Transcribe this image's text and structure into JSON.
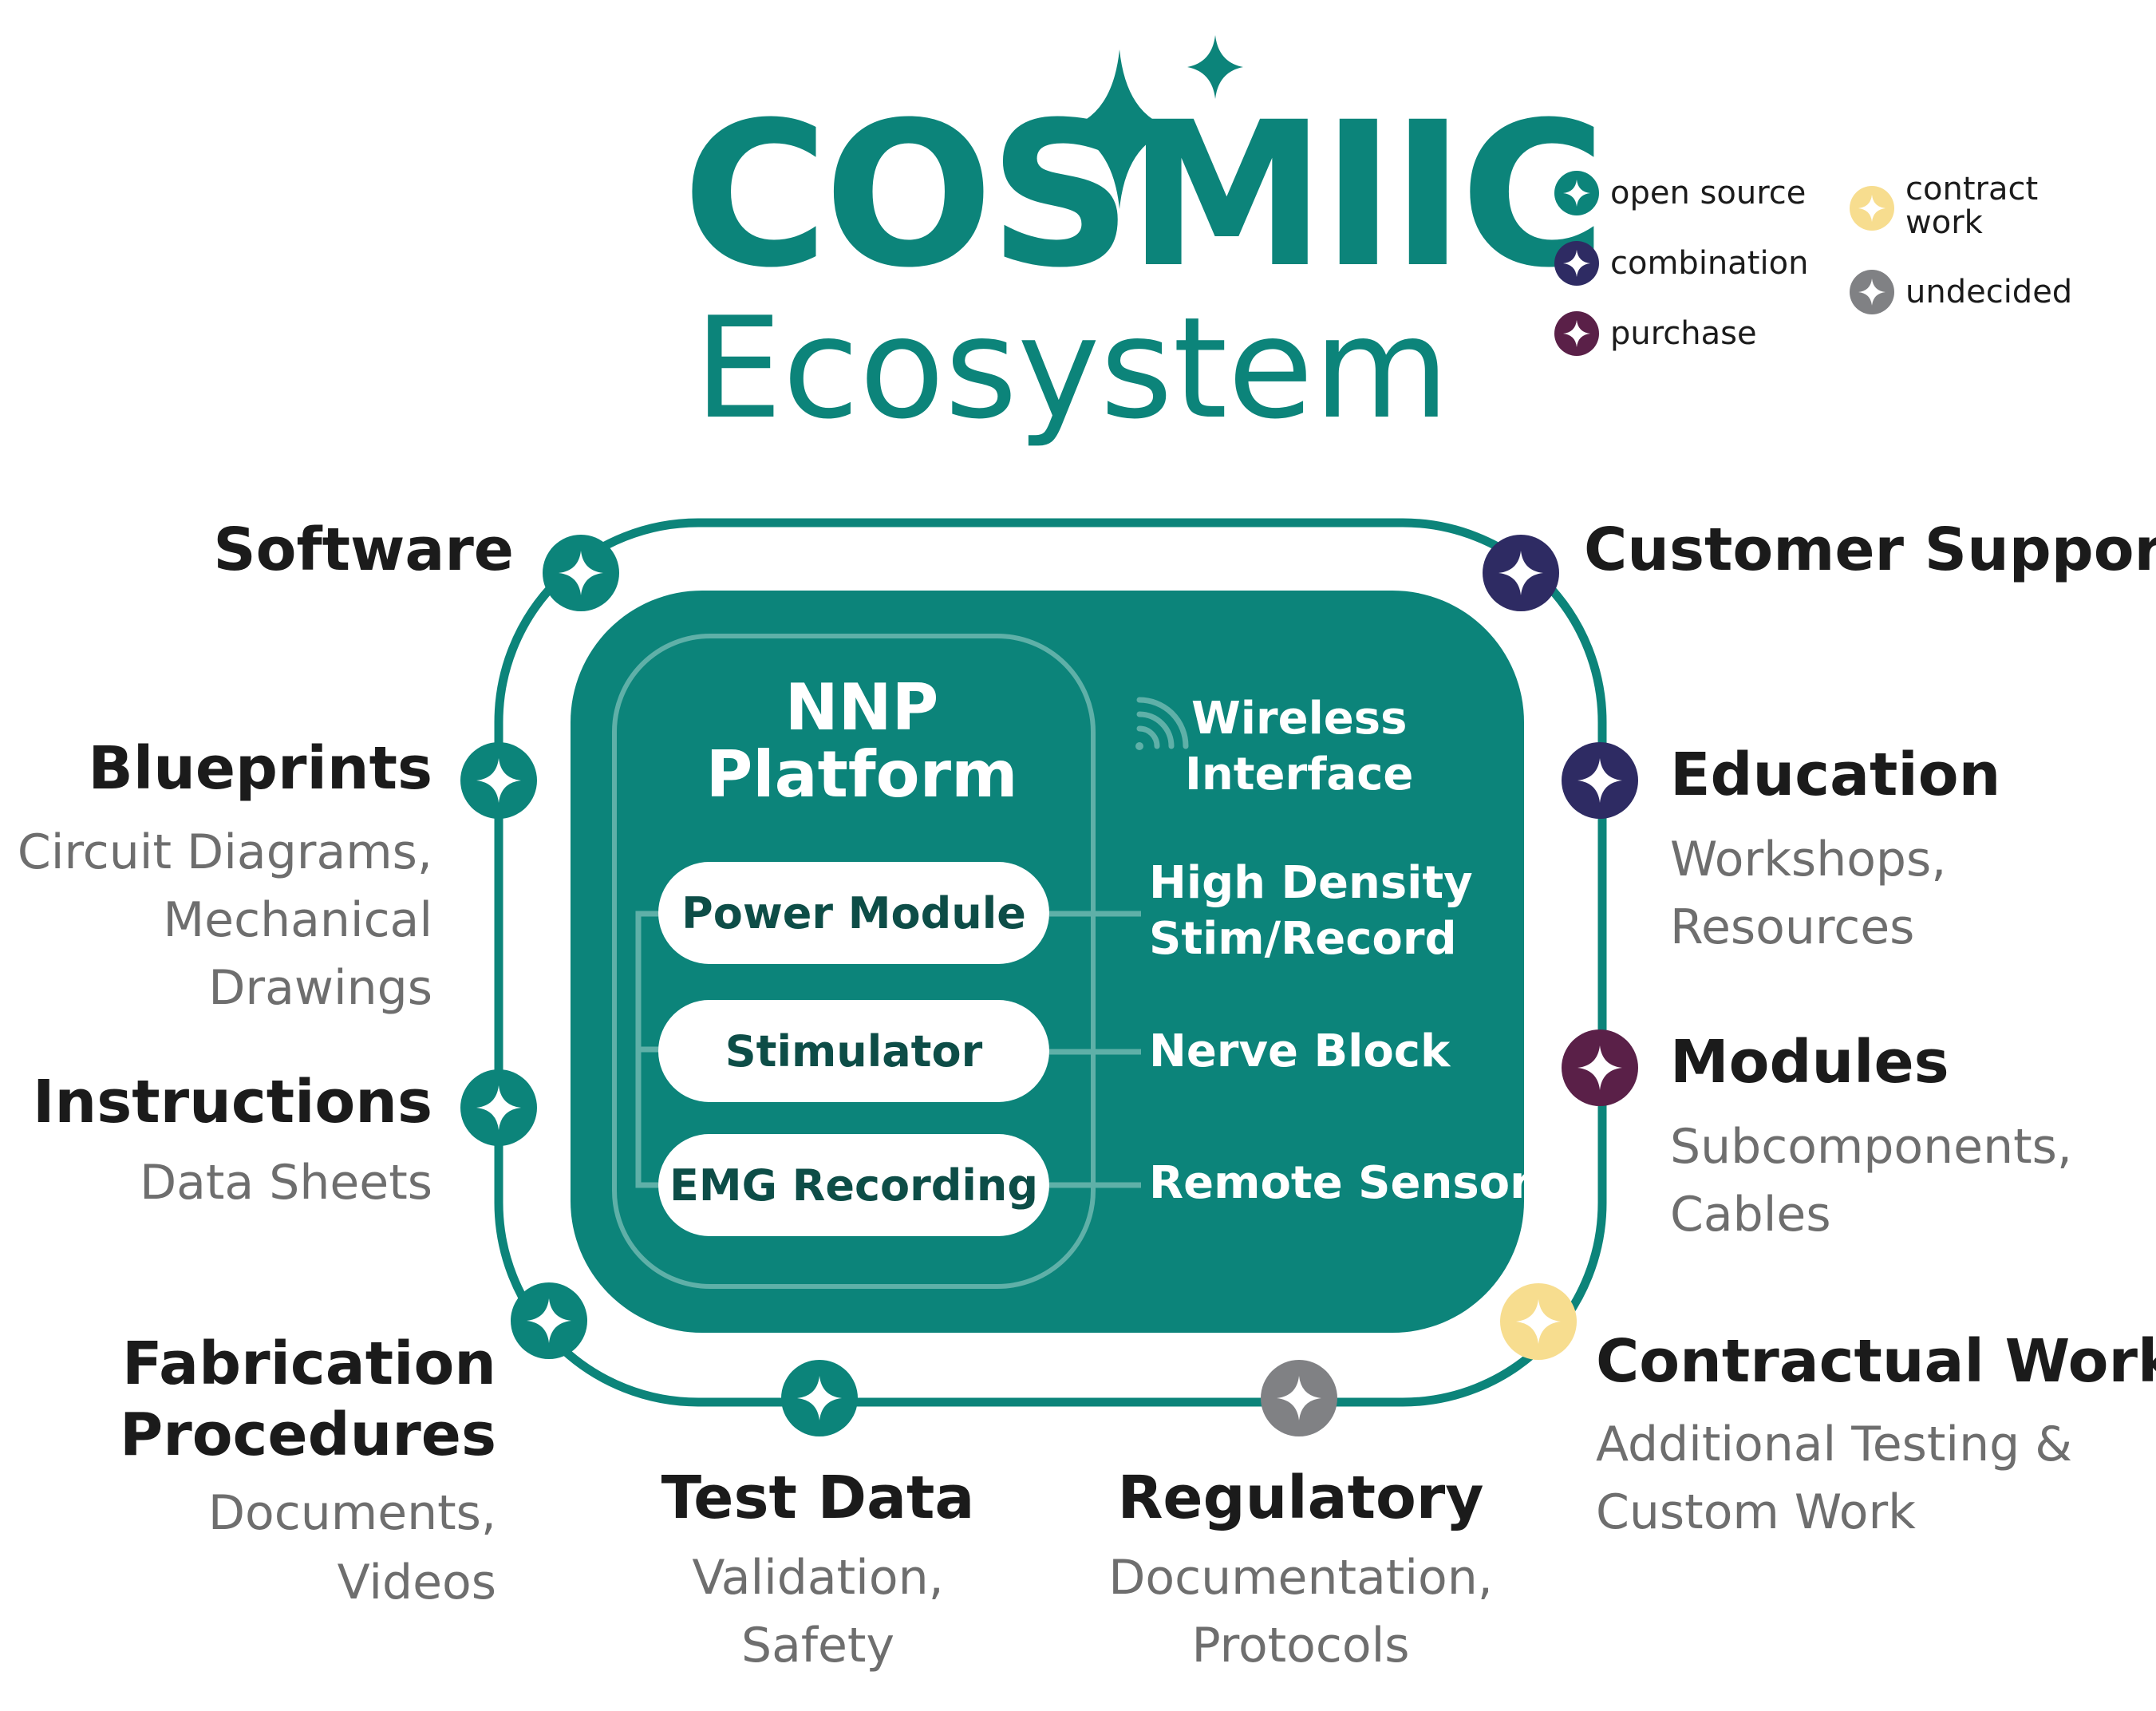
{
  "title": {
    "brand": "COSMIIC",
    "subtitle": "Ecosystem"
  },
  "colors": {
    "open_source": "#0c847a",
    "combination": "#2e2b63",
    "purchase": "#5a2048",
    "contract_work": "#f7dd8f",
    "undecided": "#808184",
    "platform_fill": "#0c847a"
  },
  "legend": [
    {
      "label": "open source",
      "color": "open_source",
      "icon": "sparkle-icon"
    },
    {
      "label": "combination",
      "color": "combination",
      "icon": "sparkle-icon"
    },
    {
      "label": "purchase",
      "color": "purchase",
      "icon": "sparkle-icon"
    },
    {
      "label": "contract\nwork",
      "color": "contract_work",
      "icon": "sparkle-icon"
    },
    {
      "label": "undecided",
      "color": "undecided",
      "icon": "sparkle-icon"
    }
  ],
  "categories": {
    "software": {
      "title": "Software",
      "type": "open source"
    },
    "blueprints": {
      "title": "Blueprints",
      "subtitle": "Circuit Diagrams,\nMechanical\nDrawings",
      "type": "open source"
    },
    "instructions": {
      "title": "Instructions",
      "subtitle": "Data Sheets",
      "type": "open source"
    },
    "fabrication": {
      "title": "Fabrication\nProcedures",
      "subtitle": "Documents,\nVideos",
      "type": "open source"
    },
    "test_data": {
      "title": "Test Data",
      "subtitle": "Validation,\nSafety",
      "type": "open source"
    },
    "regulatory": {
      "title": "Regulatory",
      "subtitle": "Documentation,\nProtocols",
      "type": "undecided"
    },
    "customer_support": {
      "title": "Customer Support",
      "type": "combination"
    },
    "education": {
      "title": "Education",
      "subtitle": "Workshops,\nResources",
      "type": "combination"
    },
    "modules": {
      "title": "Modules",
      "subtitle": "Subcomponents,\nCables",
      "type": "purchase"
    },
    "contractual_work": {
      "title": "Contractual Work",
      "subtitle": "Additional Testing &\nCustom Work",
      "type": "contract work"
    }
  },
  "platform": {
    "title": "NNP\nPlatform",
    "modules": [
      "Power Module",
      "Stimulator",
      "EMG Recording"
    ],
    "features": {
      "wireless": "Wireless\nInterface",
      "high_density": "High Density\nStim/Record",
      "nerve_block": "Nerve Block",
      "remote_sensor": "Remote Sensor"
    },
    "wireless_icon": "wifi-icon"
  }
}
